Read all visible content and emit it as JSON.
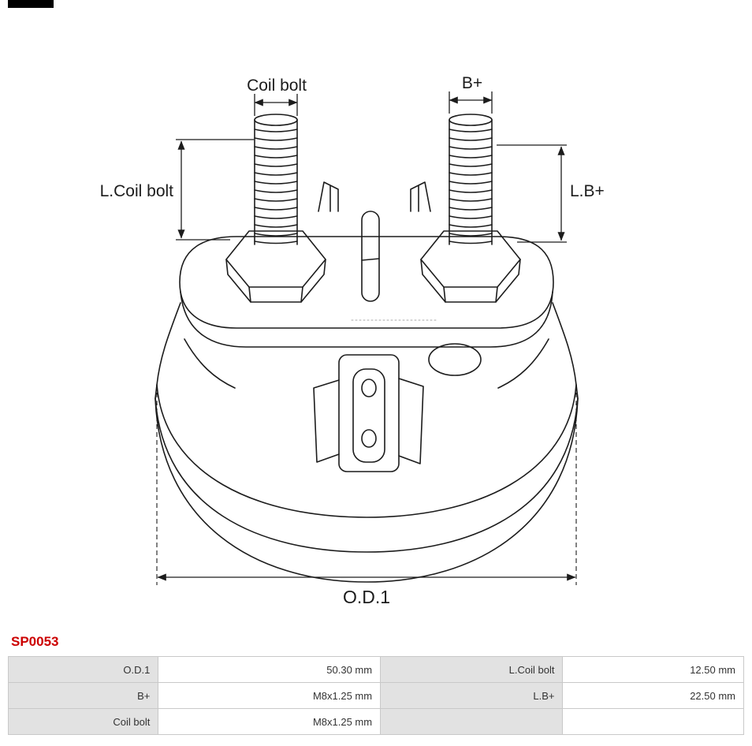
{
  "part": {
    "number": "SP0053"
  },
  "colors": {
    "accent": "#cc0000",
    "line": "#1c1c1c",
    "table_label_bg": "#e2e2e2",
    "table_border": "#c9c9c9"
  },
  "diagram": {
    "labels": {
      "coil_bolt": "Coil bolt",
      "b_plus": "B+",
      "l_coil_bolt": "L.Coil bolt",
      "l_b_plus": "L.B+",
      "od1": "O.D.1"
    }
  },
  "table": {
    "rows": [
      {
        "c1": "O.D.1",
        "c2": "50.30 mm",
        "c3": "L.Coil bolt",
        "c4": "12.50 mm"
      },
      {
        "c1": "B+",
        "c2": "M8x1.25 mm",
        "c3": "L.B+",
        "c4": "22.50 mm"
      },
      {
        "c1": "Coil bolt",
        "c2": "M8x1.25 mm",
        "c3": "",
        "c4": ""
      }
    ]
  }
}
